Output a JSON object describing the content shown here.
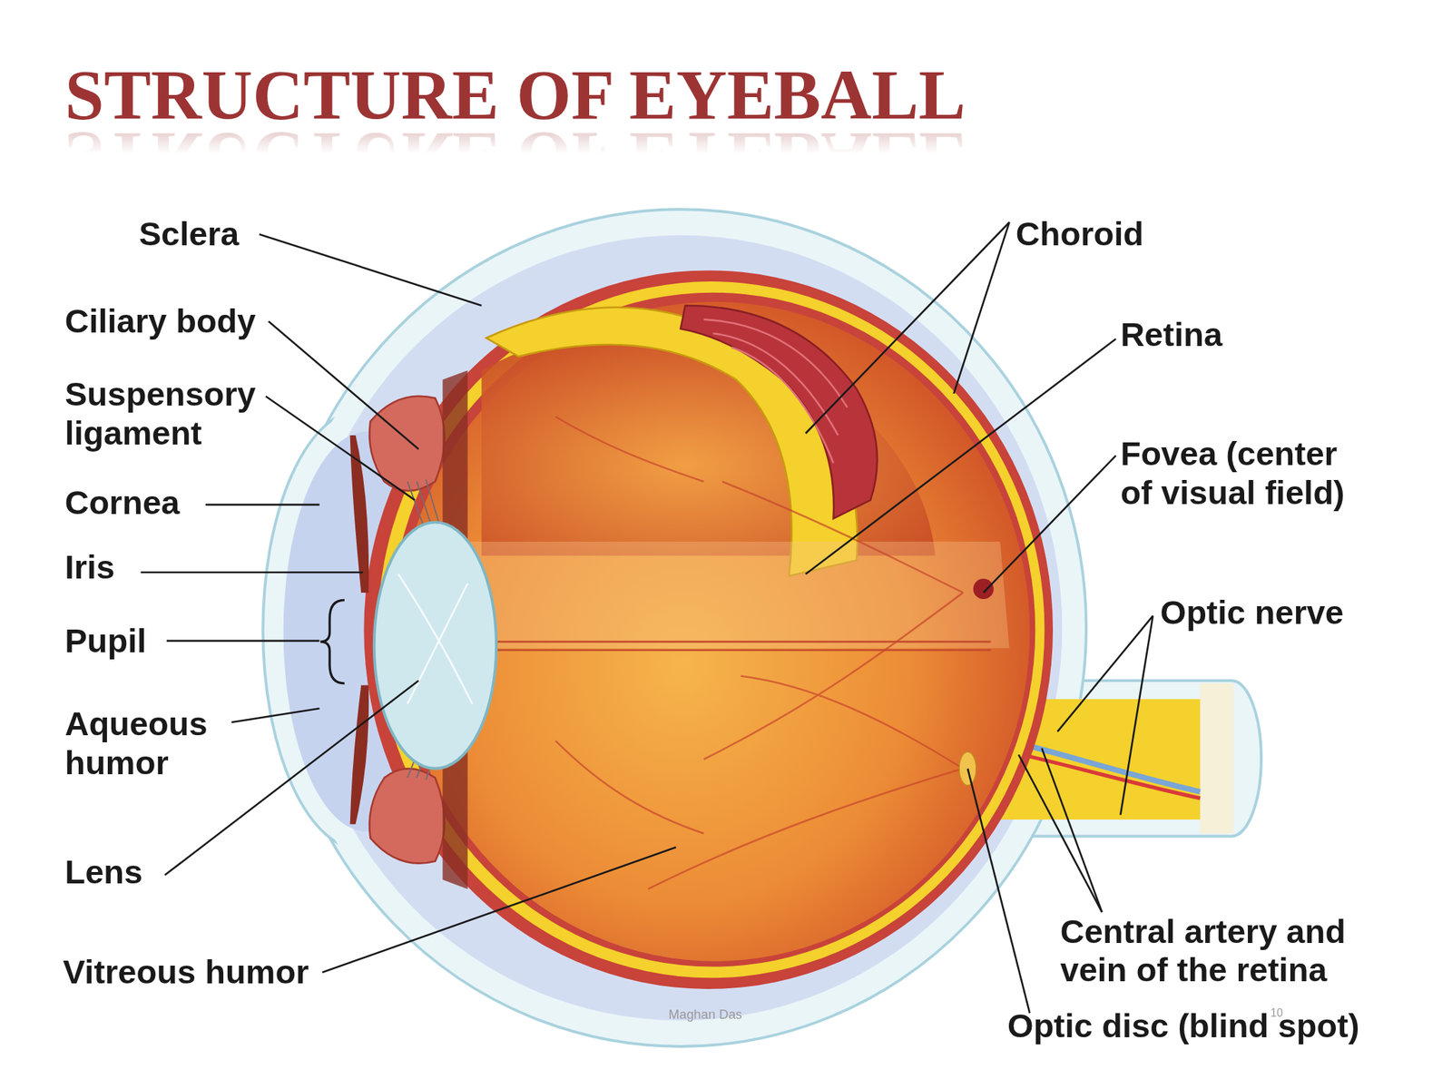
{
  "diagram": {
    "title": "STRUCTURE OF EYEBALL",
    "labels": [
      "Sclera",
      "Ciliary body",
      "Suspensory ligament",
      "Cornea",
      "Iris",
      "Pupil",
      "Aqueous humor",
      "Lens",
      "Vitreous humor",
      "Choroid",
      "Retina",
      "Fovea (center of visual field)",
      "Optic nerve",
      "Central artery and vein of the retina",
      "Optic disc (blind spot)",
      "Maghan Das",
      "10"
    ]
  }
}
